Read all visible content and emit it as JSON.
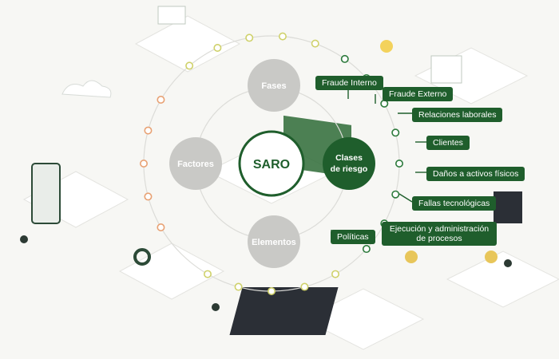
{
  "center": {
    "label": "SARO"
  },
  "nodes": {
    "fases": "Fases",
    "factores": "Factores",
    "elementos": "Elementos",
    "clases": [
      "Clases",
      "de riesgo"
    ]
  },
  "risk_labels": [
    "Fraude Interno",
    "Fraude Externo",
    "Relaciones laborales",
    "Clientes",
    "Daños a activos físicos",
    "Fallas tecnológicas",
    "Ejecución y administración de procesos",
    "Políticas"
  ],
  "colors": {
    "primary_green": "#1f5e2c",
    "node_gray": "#c9c9c6",
    "ring_gray": "#dcdcd8",
    "dot_orange": "#e8a173",
    "dot_yellow": "#cfd16a",
    "dot_green": "#2c7a3b"
  }
}
